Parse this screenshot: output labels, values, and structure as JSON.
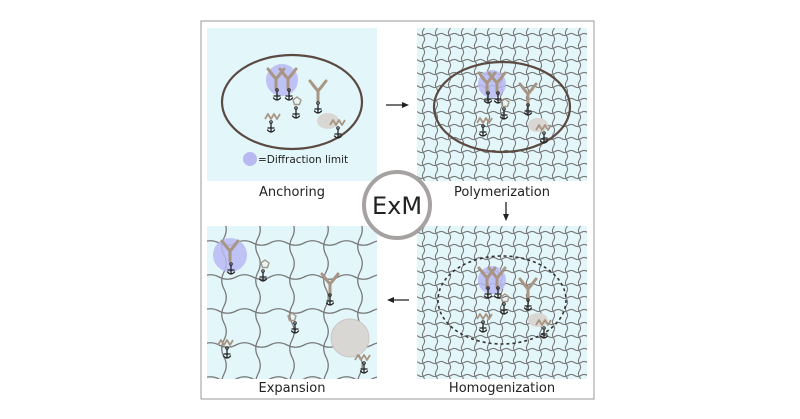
{
  "figure": {
    "center_label": "ExM",
    "legend_text": "=Diffraction limit",
    "steps": [
      {
        "id": "anchoring",
        "label": "Anchoring"
      },
      {
        "id": "polymerization",
        "label": "Polymerization"
      },
      {
        "id": "homogenization",
        "label": "Homogenization"
      },
      {
        "id": "expansion",
        "label": "Expansion"
      }
    ]
  },
  "colors": {
    "panel_bg": "#e3f6fa",
    "grid_line": "#7a7a7a",
    "membrane": "#5a4a42",
    "molecule": "#a89584",
    "anchor": "#222222",
    "diffraction": "#b9b9f2",
    "blob": "#d9d7d4",
    "ring": "#a6a2a2"
  }
}
